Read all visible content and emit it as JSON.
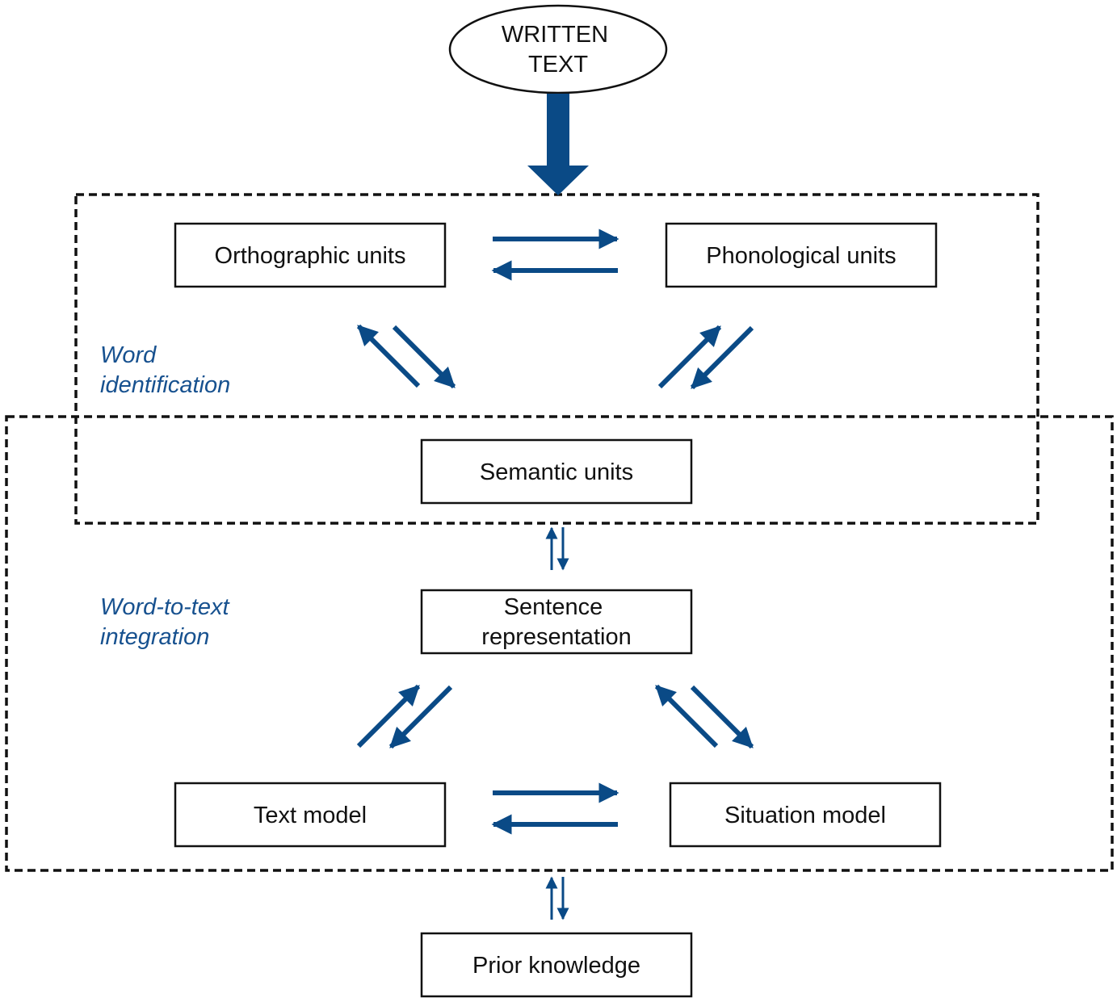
{
  "colors": {
    "arrow": "#0a4a86",
    "label": "#17518f",
    "box_border": "#111111",
    "dashed_border": "#111111"
  },
  "start_node": {
    "line1": "WRITTEN",
    "line2": "TEXT"
  },
  "regions": {
    "word_identification": {
      "line1": "Word",
      "line2": "identification"
    },
    "word_to_text": {
      "line1": "Word-to-text",
      "line2": "integration"
    }
  },
  "nodes": {
    "orthographic": "Orthographic units",
    "phonological": "Phonological units",
    "semantic": "Semantic units",
    "sentence": {
      "line1": "Sentence",
      "line2": "representation"
    },
    "text_model": "Text model",
    "situation_model": "Situation model",
    "prior_knowledge": "Prior knowledge"
  }
}
